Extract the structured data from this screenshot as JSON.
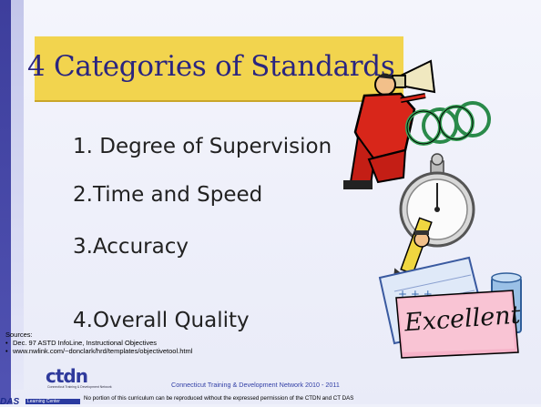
{
  "slide": {
    "title": "4 Categories of Standards",
    "items": [
      "1. Degree of Supervision",
      "2.Time and Speed",
      "3.Accuracy",
      "4.Overall Quality"
    ],
    "clipart_caption": "Excellent"
  },
  "sources": {
    "heading": "Sources:",
    "entries": [
      "Dec. 97 ASTD InfoLine, Instructional Objectives",
      "www.nwlink.com/~donclark/hrd/templates/objectivetool.html"
    ]
  },
  "footer": {
    "network": "Connecticut Training & Development Network  2010 - 2011",
    "legal": "No portion of this curriculum can be reproduced without the expressed permission of the CTDN and CT DAS",
    "logo_ctdn": "ctdn",
    "logo_ctdn_sub": "Connecticut Training & Development Network",
    "logo_das": "DAS",
    "logo_learning": "Learning Center"
  },
  "colors": {
    "title_box": "#f2d44e",
    "title_text": "#2a2580",
    "left_bar": "#4547a8",
    "footer_text": "#3340a6"
  }
}
